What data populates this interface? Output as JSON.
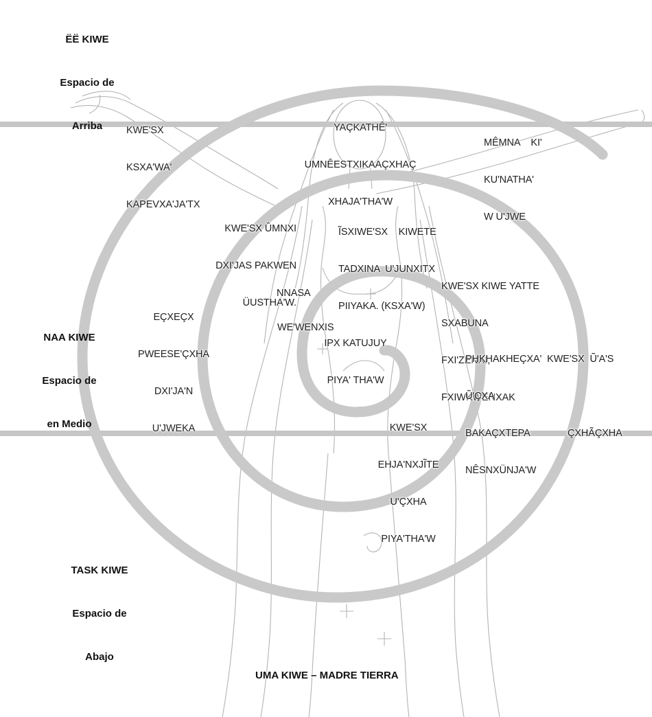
{
  "zones": {
    "upper": {
      "name": "ËË KIWE",
      "line1": "Espacio de",
      "line2": "Arriba"
    },
    "middle": {
      "name": "NAA KIWE",
      "line1": "Espacio de",
      "line2": "en Medio"
    },
    "lower": {
      "name": "TASK KIWE",
      "line1": "Espacio de",
      "line2": "Abajo"
    }
  },
  "earth_title": "UMA KIWE – MADRE TIERRA",
  "labels": {
    "kwesx_ksxawa": [
      "KWE'SX",
      "KSXA'WA'",
      "KAPEVXA'JA'TX"
    ],
    "yackathe": [
      "YAÇKATHÊ'",
      "UMNÊESTXIKAAÇXHAÇ",
      "XHAJA'THA'W"
    ],
    "memna": [
      "MÊMNA    KI'",
      "KU'NATHA'",
      "W U'JWE"
    ],
    "umnxi": [
      "KWE'SX ÛMNXI",
      "DXI'JAS PAKWEN",
      "ÜUSTHA'W."
    ],
    "isxiwe": [
      "ĨSXIWE'SX    KIWETE",
      "TADXINA  U'JUNXITX",
      "PIIYAKA. (KSXA'W)"
    ],
    "nnasa": [
      "NNASA"
    ],
    "eqxeqx": [
      "EÇXEÇX",
      "PWEESE'ÇXHA",
      "DXI'JA'N",
      "U'JWEKA"
    ],
    "wewenxis": [
      "WE'WENXIS"
    ],
    "ipx": [
      "IPX KATUJUY",
      "PIYA' THA'W"
    ],
    "yatte": [
      "KWE'SX KIWE YATTE",
      "SXABUNA",
      "FXI'ZENXI,",
      "FXIWKWENXAK"
    ],
    "phkhakhe": [
      "PHKHAKHEÇXA'  KWE'SX  Ũ'A'S",
      "Ũ'ÇXA",
      "BAKAÇXTEPA              ÇXHÃÇXHA",
      "NÊSNXÜNJA'W"
    ],
    "ehjanx": [
      "KWE'SX",
      "EHJA'NXJĨTE",
      "U'ÇXHA",
      "PIYA'THA'W"
    ]
  },
  "colors": {
    "spiral": "#c8c8c8",
    "band": "#c8c8c8",
    "drawing": "#9c9c9c",
    "text": "#222222"
  }
}
